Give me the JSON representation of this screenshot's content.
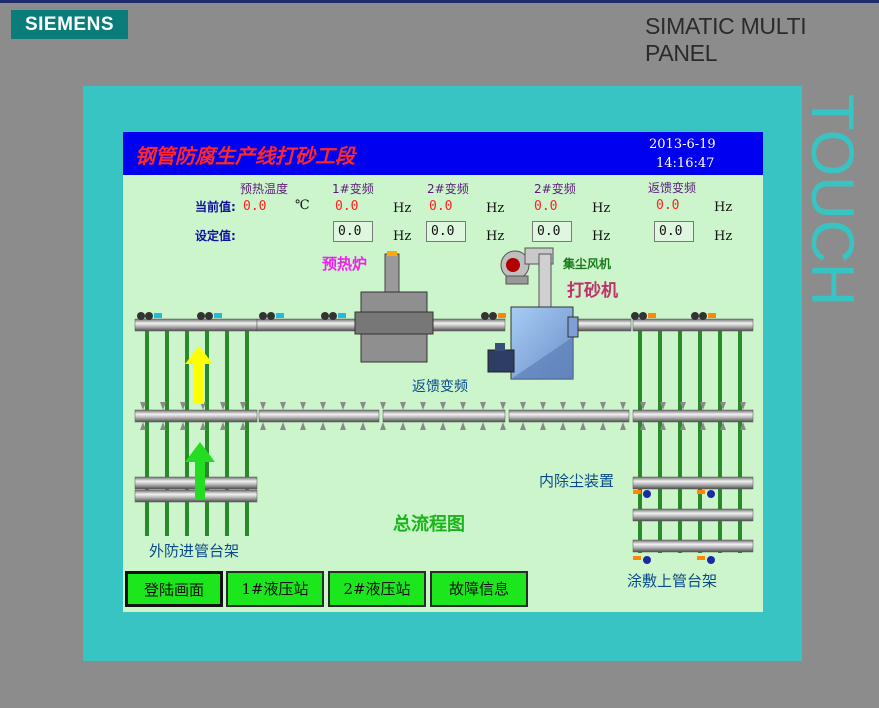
{
  "device": {
    "brand": "SIEMENS",
    "model": "SIMATIC MULTI PANEL",
    "touch_label": "TOUCH"
  },
  "header": {
    "title": "钢管防腐生产线打砂工段",
    "date": "2013-6-19",
    "time": "14:16:47"
  },
  "params": {
    "row_current": "当前值:",
    "row_setpoint": "设定值:",
    "columns": [
      {
        "label": "预热温度",
        "current": "0.0",
        "unit": "℃",
        "setpoint": ""
      },
      {
        "label": "1#变频",
        "current": "0.0",
        "unit": "Hz",
        "setpoint": "0.0",
        "setpoint_unit": "Hz"
      },
      {
        "label": "2#变频",
        "current": "0.0",
        "unit": "Hz",
        "setpoint": "0.0",
        "setpoint_unit": "Hz"
      },
      {
        "label": "2#变频",
        "current": "0.0",
        "unit": "Hz",
        "setpoint": "0.0",
        "setpoint_unit": "Hz"
      },
      {
        "label": "返馈变频",
        "current": "0.0",
        "unit": "Hz",
        "setpoint": "0.0",
        "setpoint_unit": "Hz"
      }
    ]
  },
  "diagram": {
    "preheat_furnace": "预热炉",
    "dust_fan": "集尘风机",
    "sandblaster": "打砂机",
    "feedback_vfd": "返馈变频",
    "inner_dust_removal": "内除尘装置",
    "overview": "总流程图",
    "outer_rack": "外防进管台架",
    "coating_rack": "涂敷上管台架"
  },
  "buttons": {
    "login": "登陆画面",
    "hydraulic1": "1#液压站",
    "hydraulic2": "2#液压站",
    "fault": "故障信息"
  },
  "colors": {
    "screen_bg": "#ccf5cc",
    "title_bar": "#0000f0",
    "title_text": "#ff2828",
    "bezel": "#38c4c2",
    "button": "#1ce61c",
    "arrow_up_yellow": "#ffff00",
    "arrow_up_green": "#22dd22"
  }
}
